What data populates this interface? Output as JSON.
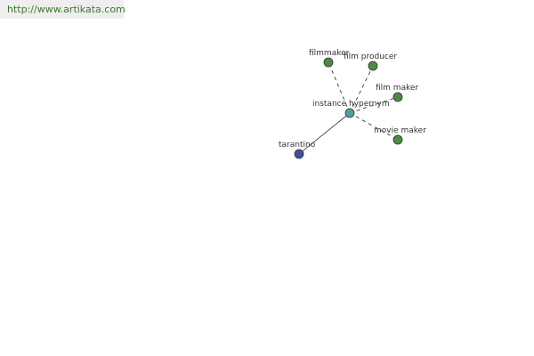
{
  "banner": {
    "url": "http://www.artikata.com"
  },
  "graph": {
    "center": {
      "label": "instance hypernym",
      "color": "#4aa39b"
    },
    "term": {
      "label": "tarantino",
      "color": "#414f9c"
    },
    "hypernyms": [
      {
        "label": "filmmaker",
        "color": "#4f8a44"
      },
      {
        "label": "film producer",
        "color": "#4f8a44"
      },
      {
        "label": "film maker",
        "color": "#4f8a44"
      },
      {
        "label": "movie maker",
        "color": "#4f8a44"
      }
    ]
  }
}
